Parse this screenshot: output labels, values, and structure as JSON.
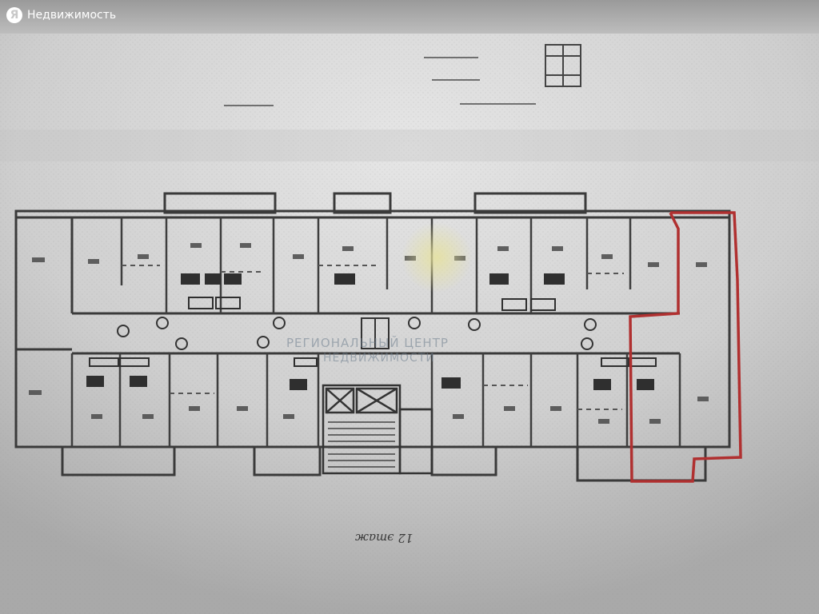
{
  "header": {
    "logo_glyph": "Я",
    "title": "Недвижимость"
  },
  "plan": {
    "floor_label": "12 этаж",
    "watermark_line1": "РЕГИОНАЛЬНЫЙ ЦЕНТР",
    "watermark_line2": "НЕДВИЖИМОСТИ",
    "highlight_color": "#b03030"
  }
}
